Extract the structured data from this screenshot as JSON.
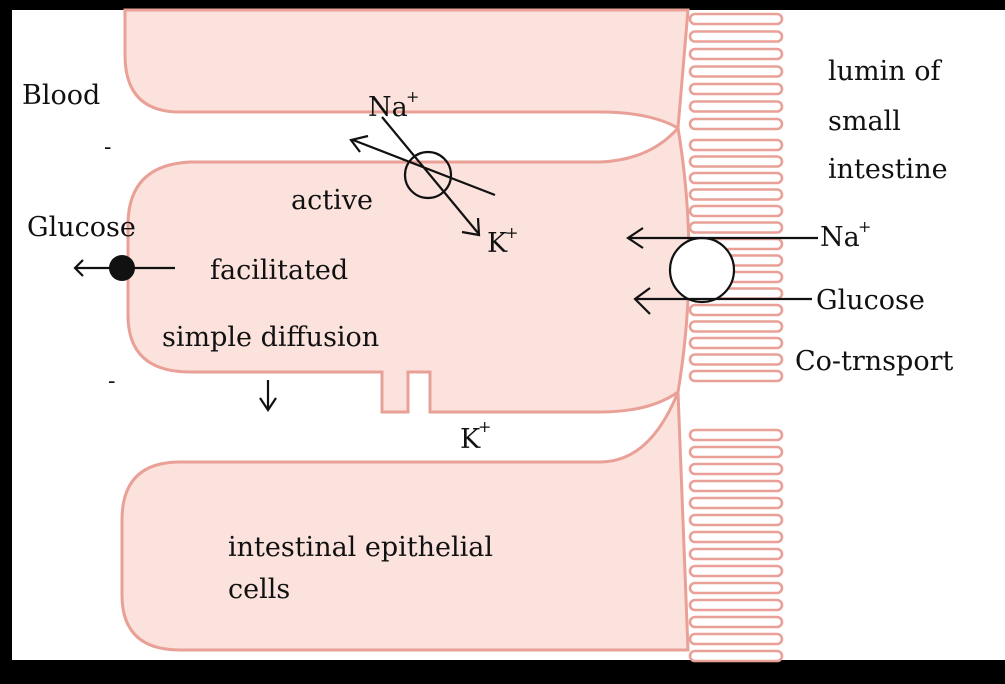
{
  "labels": {
    "blood": "Blood",
    "lumen_1": "lumin of",
    "lumen_2": "small",
    "lumen_3": "intestine",
    "na_pump": "Na",
    "active": "active",
    "k_pump": "K",
    "glucose_left": "Glucose",
    "facilitated": "facilitated",
    "simple_diffusion": "simple diffusion",
    "na_cotransport": "Na",
    "glucose_cotransport": "Glucose",
    "cotransport": "Co-trnsport",
    "k_channel": "K",
    "epithelial_1": "intestinal epithelial",
    "epithelial_2": "cells",
    "plus": "+"
  },
  "colors": {
    "background": "#000000",
    "panel": "#ffffff",
    "cell_fill": "#fbe2dd",
    "cell_outline": "#e9a097",
    "ink": "#111111"
  }
}
